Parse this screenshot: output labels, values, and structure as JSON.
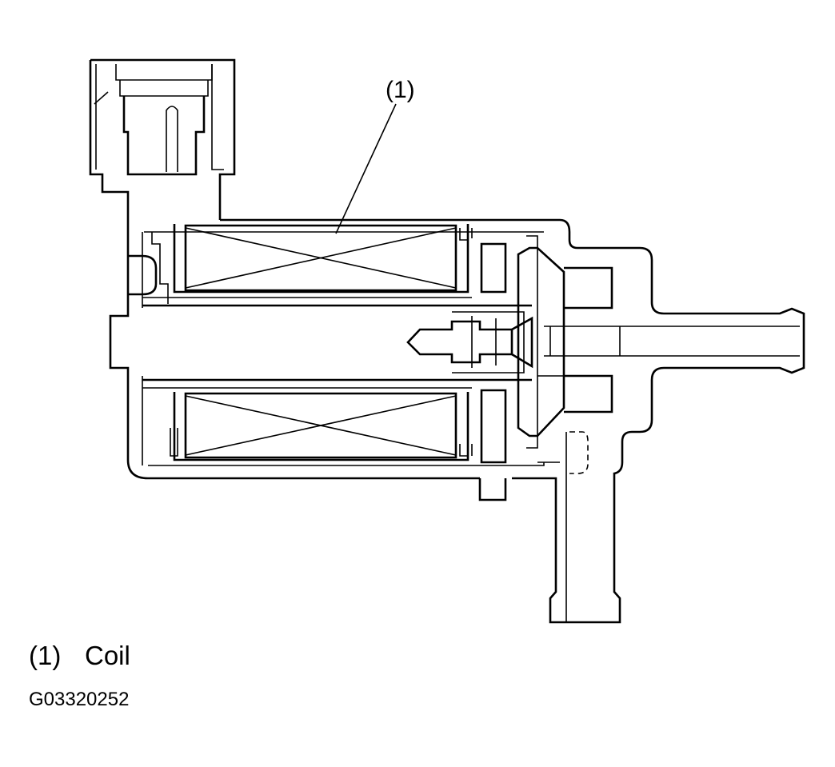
{
  "callouts": [
    {
      "id": "1",
      "label": "(1)"
    }
  ],
  "legend": [
    {
      "number": "(1)",
      "name": "Coil"
    }
  ],
  "figure_code": "G03320252",
  "colors": {
    "line": "#000000",
    "background": "#ffffff"
  }
}
